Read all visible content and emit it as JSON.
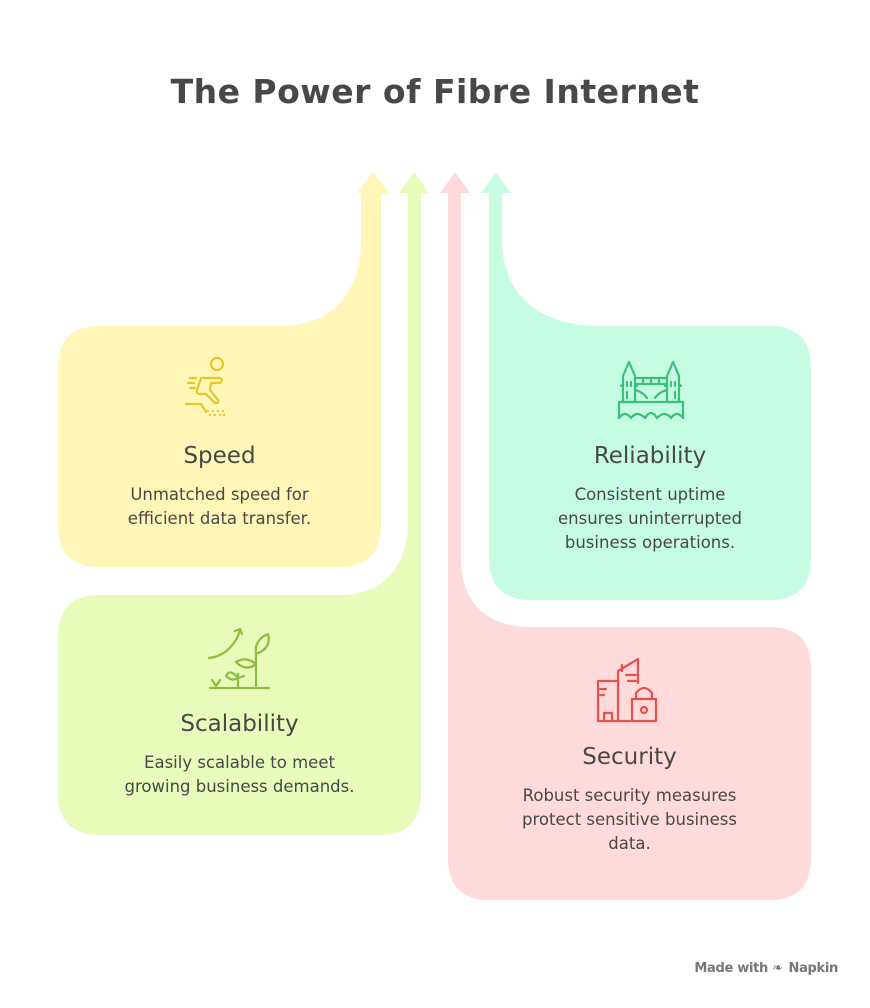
{
  "title": "The Power of Fibre Internet",
  "colors": {
    "speed": "#FFF6B8",
    "scalability": "#E9FBBA",
    "security": "#FFDADA",
    "reliability": "#C6FCE3",
    "speed_icon": "#E5C72A",
    "scalability_icon": "#8DBE3E",
    "security_icon": "#E8514E",
    "reliability_icon": "#3CBF77",
    "text": "#484848"
  },
  "cards": {
    "speed": {
      "title": "Speed",
      "description_lines": [
        "Unmatched speed for",
        "efficient data transfer."
      ],
      "icon": "sprinter-icon"
    },
    "scalability": {
      "title": "Scalability",
      "description_lines": [
        "Easily scalable to meet",
        "growing business demands."
      ],
      "icon": "growth-plant-icon"
    },
    "reliability": {
      "title": "Reliability",
      "description_lines": [
        "Consistent uptime",
        "ensures uninterrupted",
        "business operations."
      ],
      "icon": "tower-bridge-icon"
    },
    "security": {
      "title": "Security",
      "description_lines": [
        "Robust security measures",
        "protect sensitive business",
        "data."
      ],
      "icon": "buildings-lock-icon"
    }
  },
  "footer": {
    "label": "Made with",
    "brand": "Napkin",
    "icon": "napkin-logo-icon"
  }
}
